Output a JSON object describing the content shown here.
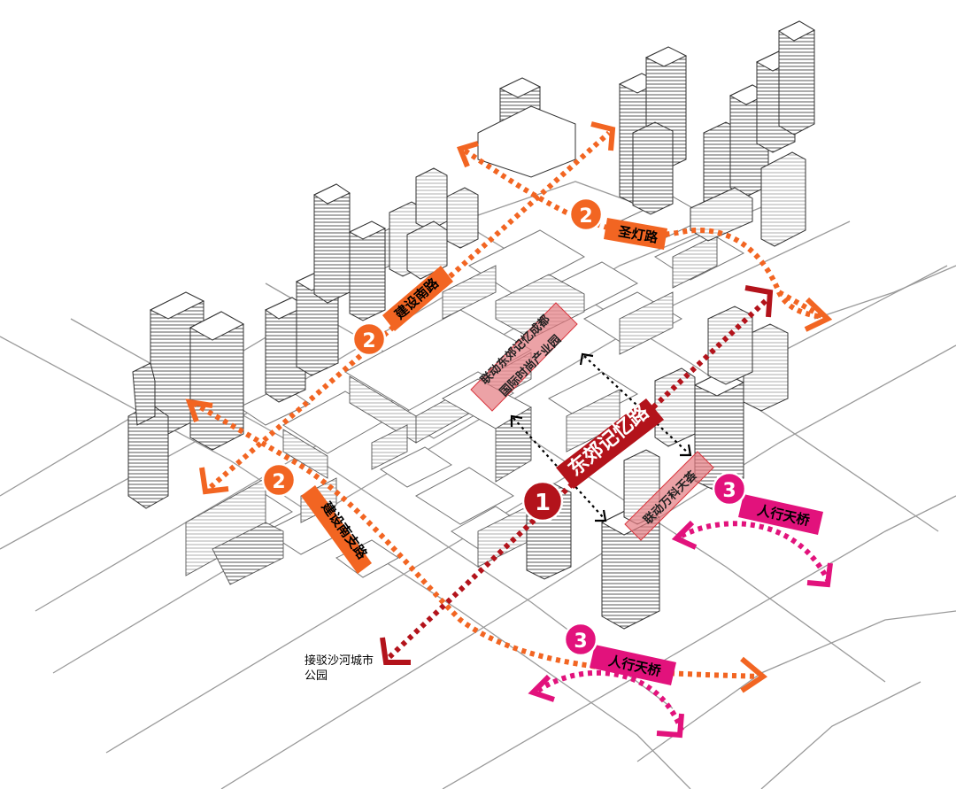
{
  "colors": {
    "route1": "#b3131b",
    "route2": "#f26522",
    "route3": "#e2127c",
    "link": "#000000",
    "zone": "#d9363e",
    "zone_fill": "#e47b80",
    "line": "#8a8a8a"
  },
  "routes": {
    "r1": {
      "number": "1",
      "name": "东郊记忆路"
    },
    "r2a": {
      "number": "2",
      "name": "建设南路"
    },
    "r2b": {
      "number": "2",
      "name": "圣灯路"
    },
    "r2c": {
      "number": "2",
      "name": "建设南支路"
    },
    "r3a": {
      "number": "3",
      "name": "人行天桥"
    },
    "r3b": {
      "number": "3",
      "name": "人行天桥"
    }
  },
  "zones": {
    "z1": {
      "line1": "联动东郊记忆成都",
      "line2": "国际时尚产业园"
    },
    "z2": {
      "name": "联动万科天荟"
    }
  },
  "annotations": {
    "park_line1": "接驳沙河城市",
    "park_line2": "公园"
  }
}
